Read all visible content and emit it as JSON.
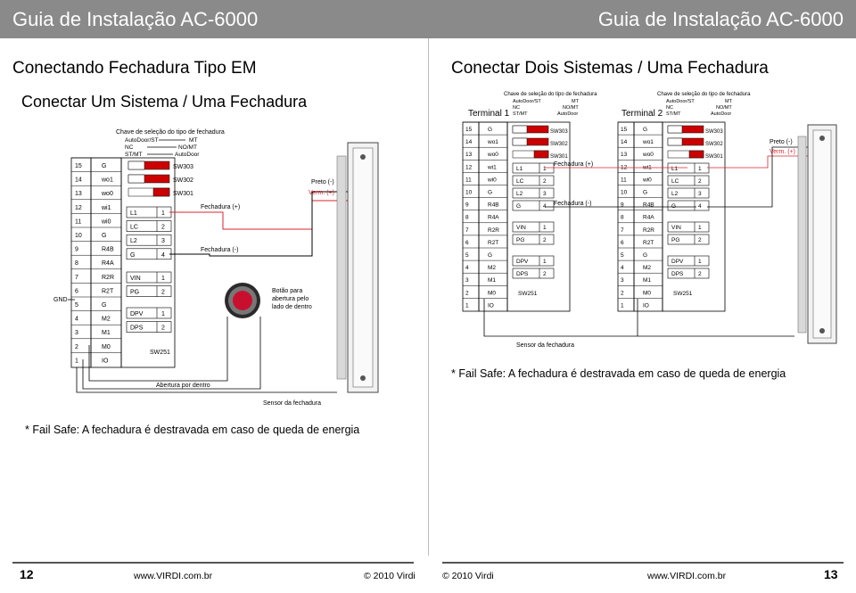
{
  "header": {
    "left_title": "Guia de Instalação AC-6000",
    "right_title": "Guia de Instalação AC-6000"
  },
  "left": {
    "title": "Conectando Fechadura Tipo EM",
    "subtitle": "Conectar Um Sistema / Uma Fechadura",
    "note": "* Fail Safe: A fechadura é destravada em caso de queda de energia",
    "diagram": {
      "switch_title": "Chave de seleção do tipo de fechadura",
      "switch_left": [
        "AutoDoor/ST",
        "NC",
        "ST/MT"
      ],
      "switch_right": [
        "MT",
        "NO/MT",
        "AutoDoor"
      ],
      "terminals": [
        [
          "15",
          "G"
        ],
        [
          "14",
          "wo1"
        ],
        [
          "13",
          "wo0"
        ],
        [
          "12",
          "wi1"
        ],
        [
          "11",
          "wi0"
        ],
        [
          "10",
          "G"
        ],
        [
          "9",
          "R4B"
        ],
        [
          "8",
          "R4A"
        ],
        [
          "7",
          "R2R"
        ],
        [
          "6",
          "R2T"
        ],
        [
          "5",
          "G"
        ],
        [
          "4",
          "M2"
        ],
        [
          "3",
          "M1"
        ],
        [
          "2",
          "M0"
        ],
        [
          "1",
          "IO"
        ]
      ],
      "sw_labels": [
        "SW303",
        "SW302",
        "SW301"
      ],
      "relay": [
        [
          "L1",
          "1"
        ],
        [
          "LC",
          "2"
        ],
        [
          "L2",
          "3"
        ],
        [
          "G",
          "4"
        ]
      ],
      "vin": [
        [
          "VIN",
          "1"
        ],
        [
          "PG",
          "2"
        ]
      ],
      "dpv": [
        [
          "DPV",
          "1"
        ],
        [
          "DPS",
          "2"
        ]
      ],
      "sw251": "SW251",
      "gnd": "GND",
      "lock_plus": "Fechadura (+)",
      "lock_minus": "Fechadura (-)",
      "black_wire": "Preto (-)",
      "red_wire": "Verm. (+)",
      "button": [
        "Botão para",
        "abertura pelo",
        "lado de dentro"
      ],
      "exit_label": "Abertura por dentro",
      "sensor_label": "Sensor da fechadura"
    }
  },
  "right": {
    "title": "Conectar Dois Sistemas / Uma Fechadura",
    "note": "* Fail Safe: A fechadura é destravada em caso de queda de energia",
    "terminal1": "Terminal 1",
    "terminal2": "Terminal 2",
    "lock_plus": "Fechadura (+)",
    "lock_minus": "Fechadura (-)",
    "black_wire": "Preto (-)",
    "red_wire": "Verm. (+)",
    "sensor_label": "Sensor da fechadura"
  },
  "footer": {
    "left_page": "12",
    "left_site": "www.VIRDI.com.br",
    "left_copy": "© 2010 Virdi",
    "right_copy": "© 2010 Virdi",
    "right_site": "www.VIRDI.com.br",
    "right_page": "13"
  },
  "colors": {
    "banner": "#8a8a8a",
    "red_wire": "#d8262f",
    "button_red": "#c8102e"
  }
}
